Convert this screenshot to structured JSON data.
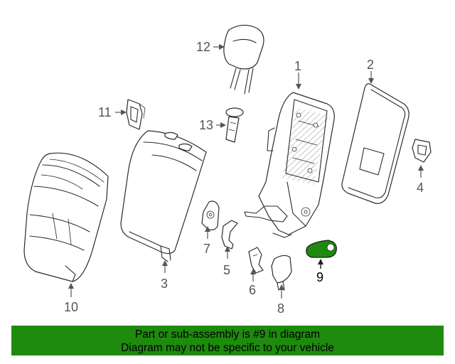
{
  "diagram": {
    "highlight_color": "#1e8a0e",
    "highlighted_part": "9",
    "callouts": {
      "c1": "1",
      "c2": "2",
      "c3": "3",
      "c4": "4",
      "c5": "5",
      "c6": "6",
      "c7": "7",
      "c8": "8",
      "c9": "9",
      "c10": "10",
      "c11": "11",
      "c12": "12",
      "c13": "13"
    }
  },
  "banner": {
    "line1": "Part or sub-assembly is #9 in diagram",
    "line2": "Diagram may not be specific to your vehicle",
    "background": "#1e8a0e"
  }
}
